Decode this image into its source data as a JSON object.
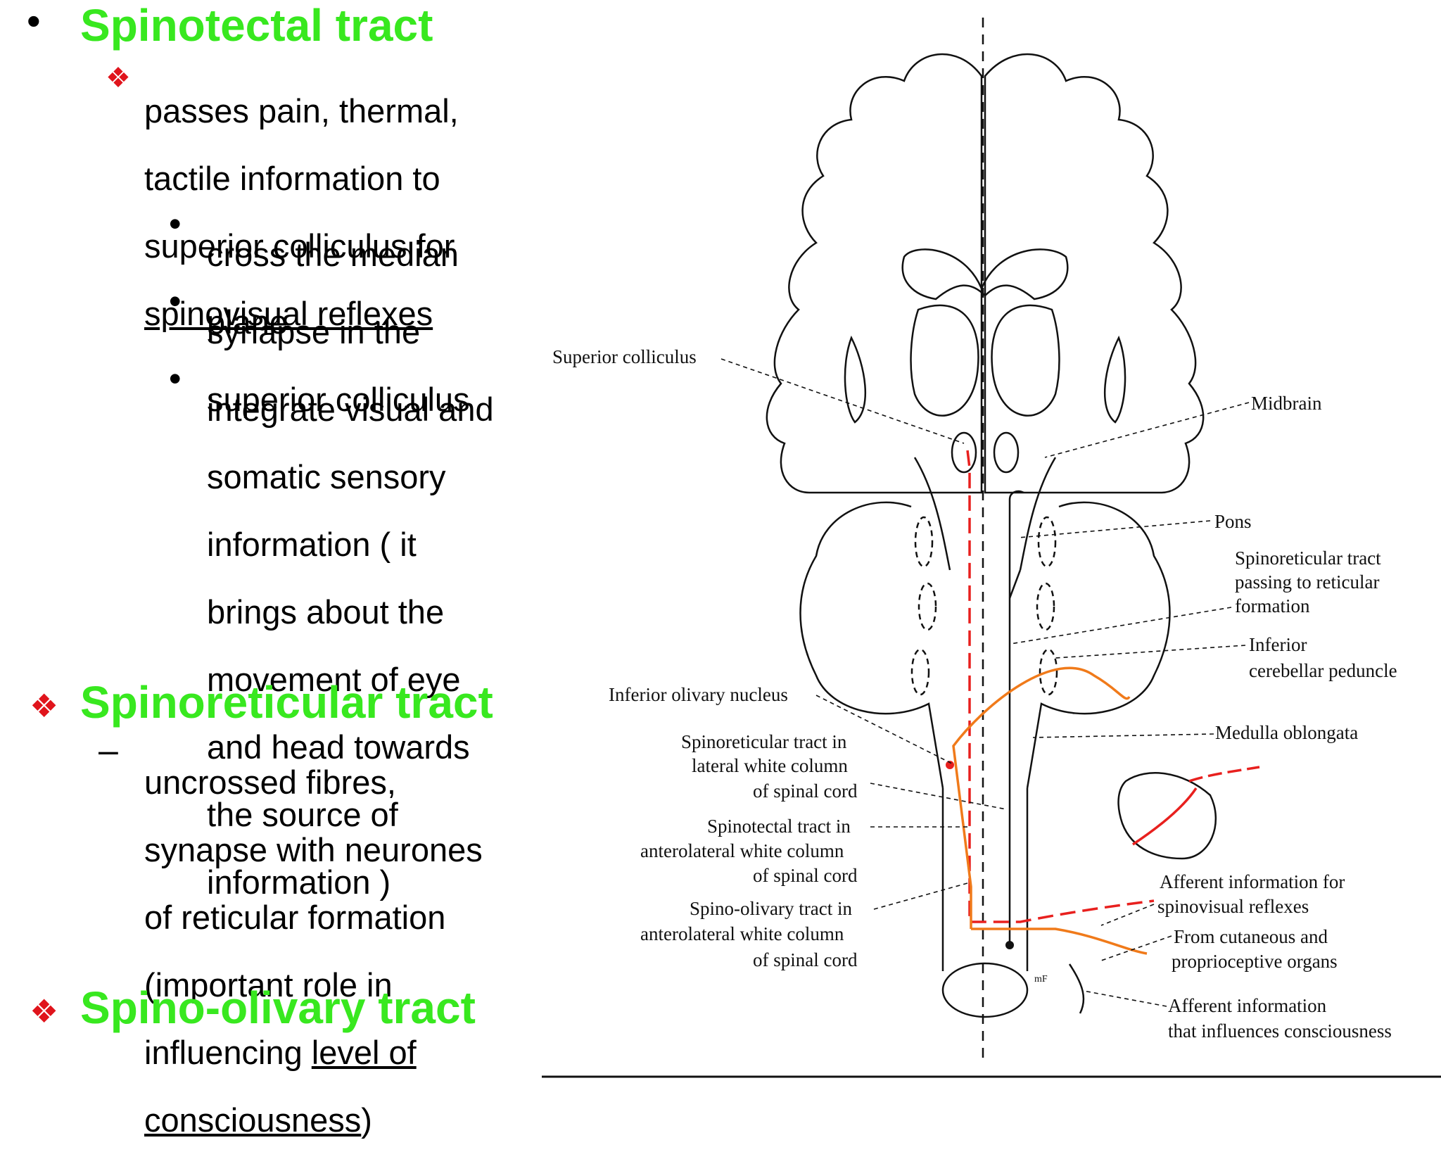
{
  "slide": {
    "bullet_glyph": "•",
    "dash_glyph": "–",
    "diamond_glyph": "❖",
    "heading_color": "#38e81f",
    "diamond_color": "#e0141c",
    "sections": [
      {
        "heading": "Spinotectal tract",
        "sub_line1": "passes pain, thermal,",
        "sub_line2": "tactile information to",
        "sub_line3": "superior colliculus for",
        "sub_underlined": "spinovisual reflexes",
        "points": [
          {
            "l1": "cross the median",
            "l2": "plane"
          },
          {
            "l1": "synapse in the",
            "l2": "superior colliculus"
          },
          {
            "l1": "integrate visual and",
            "l2": "somatic sensory",
            "l3": "information ( it",
            "l4": "brings about the",
            "l5": "movement of eye",
            "l6": "and head towards",
            "l7": "the source of",
            "l8": "information )"
          }
        ]
      },
      {
        "heading": "Spinoreticular tract",
        "l1": "uncrossed fibres,",
        "l2": "synapse with neurones",
        "l3": "of reticular formation",
        "l4": "(important role in",
        "l5a": "influencing ",
        "l5b": "level of",
        "l6a": "consciousness",
        "l6b": ")"
      },
      {
        "heading": "Spino-olivary tract"
      }
    ]
  },
  "diagram": {
    "labels": {
      "superior_colliculus": "Superior colliculus",
      "midbrain": "Midbrain",
      "pons": "Pons",
      "spinoreticular_passing_1": "Spinoreticular tract",
      "spinoreticular_passing_2": "passing to reticular",
      "spinoreticular_passing_3": "formation",
      "inferior_cerebellar_1": "Inferior",
      "inferior_cerebellar_2": "cerebellar peduncle",
      "inferior_olivary": "Inferior olivary nucleus",
      "medulla": "Medulla oblongata",
      "spinoreticular_lateral_1": "Spinoreticular tract in",
      "spinoreticular_lateral_2": "lateral white column",
      "spinoreticular_lateral_3": "of spinal cord",
      "spinotectal_1": "Spinotectal tract in",
      "spinotectal_2": "anterolateral white column",
      "spinotectal_3": "of spinal cord",
      "spino_olivary_1": "Spino-olivary tract in",
      "spino_olivary_2": "anterolateral white column",
      "spino_olivary_3": "of spinal cord",
      "afferent_spinovisual_1": "Afferent information for",
      "afferent_spinovisual_2": "spinovisual reflexes",
      "cutaneous_1": "From cutaneous and",
      "cutaneous_2": "proprioceptive organs",
      "afferent_consciousness_1": "Afferent information",
      "afferent_consciousness_2": "that influences consciousness",
      "small_mark": "mF"
    },
    "colors": {
      "tract_red": "#e8201e",
      "tract_orange": "#f07a1a",
      "outline": "#111111"
    }
  }
}
